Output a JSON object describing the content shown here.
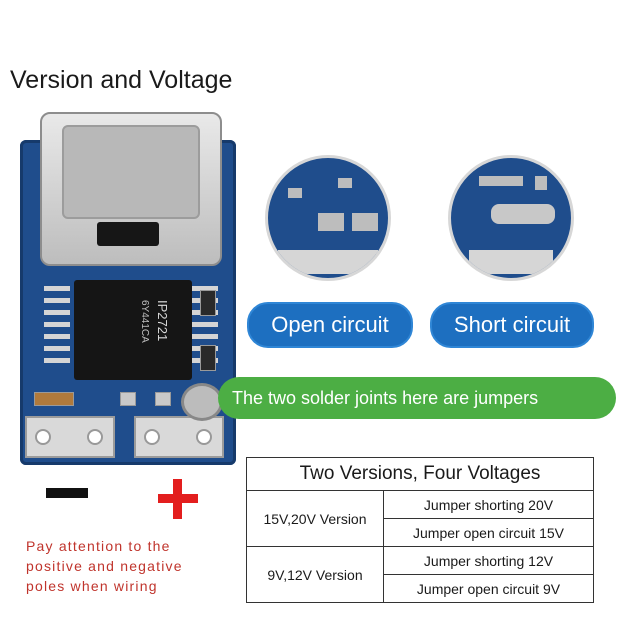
{
  "title": "Version and Voltage",
  "pcb": {
    "chip_marking_1": "IP2721",
    "chip_marking_2": "6Y441CA"
  },
  "zoom_open": {
    "label": "Open circuit"
  },
  "zoom_short": {
    "label": "Short circuit"
  },
  "jumper_note": "The two solder joints here are jumpers",
  "polarity": {
    "minus_symbol": "−",
    "plus_symbol": "+",
    "note_lines": [
      "Pay attention to the",
      "positive and negative",
      "poles when wiring"
    ]
  },
  "table": {
    "header": "Two Versions, Four Voltages",
    "groups": [
      {
        "version": "15V,20V Version",
        "options": [
          "Jumper shorting 20V",
          "Jumper open circuit 15V"
        ]
      },
      {
        "version": "9V,12V Version",
        "options": [
          "Jumper shorting 12V",
          "Jumper open circuit 9V"
        ]
      }
    ]
  },
  "colors": {
    "pcb_blue": "#1f4d8c",
    "pill_blue": "#1d6fc0",
    "jumper_green": "#4cae44",
    "positive_red": "#e31e1e",
    "note_red": "#c0342c"
  }
}
